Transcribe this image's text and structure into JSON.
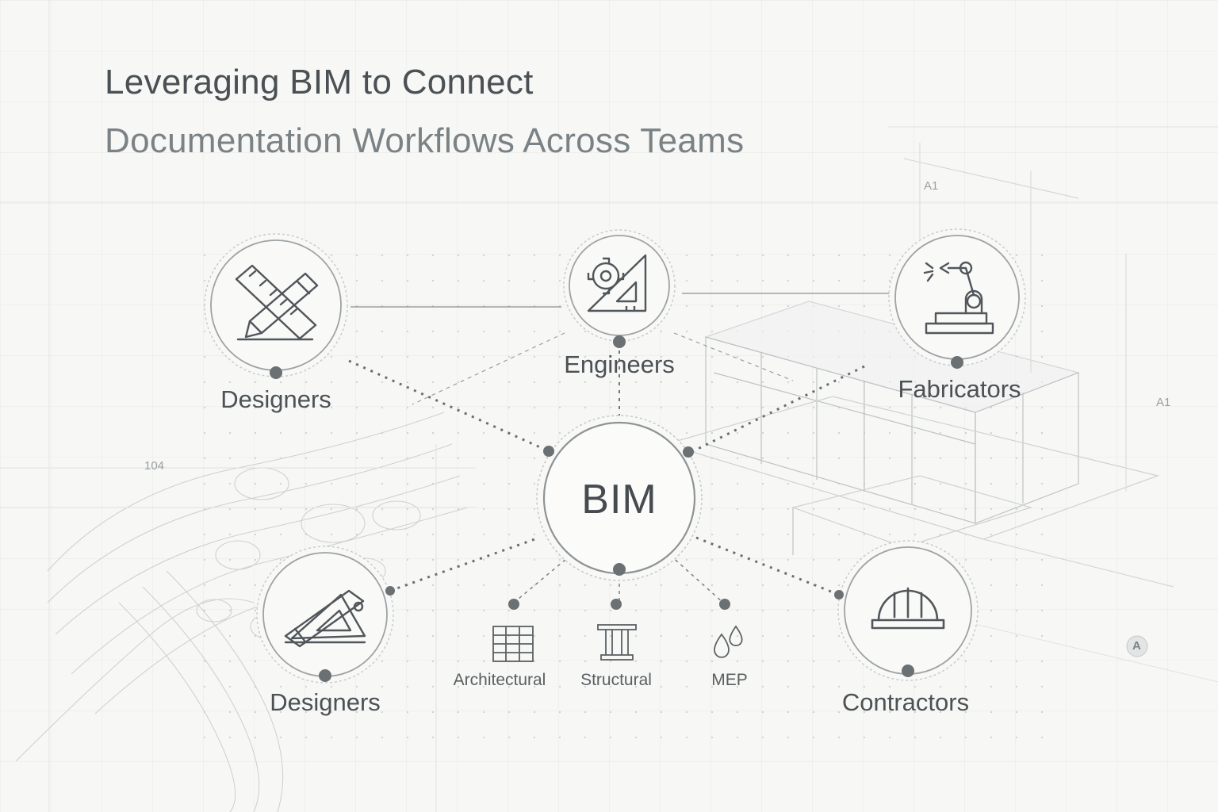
{
  "title": {
    "line1": "Leveraging BIM to Connect",
    "line2": "Documentation Workflows Across Teams"
  },
  "hub": {
    "label": "BIM",
    "icon": "bim-hub"
  },
  "nodes": [
    {
      "label": "Designers",
      "icon": "ruler-pencil-icon"
    },
    {
      "label": "Engineers",
      "icon": "gear-triangle-ruler-icon"
    },
    {
      "label": "Fabricators",
      "icon": "robotic-arm-icon"
    },
    {
      "label": "Designers",
      "icon": "pencil-set-square-icon"
    },
    {
      "label": "Contractors",
      "icon": "hard-hat-icon"
    }
  ],
  "disciplines": [
    {
      "label": "Architectural",
      "icon": "wall-grid-icon"
    },
    {
      "label": "Structural",
      "icon": "column-icon"
    },
    {
      "label": "MEP",
      "icon": "droplets-icon"
    }
  ],
  "background_tags": [
    "A1",
    "A1",
    "104",
    "A"
  ],
  "colors": {
    "background": "#f7f7f6",
    "line": "#6a6f72",
    "dot": "#6b7073",
    "text_dark": "#4a5054",
    "text_light": "#7b8285"
  }
}
